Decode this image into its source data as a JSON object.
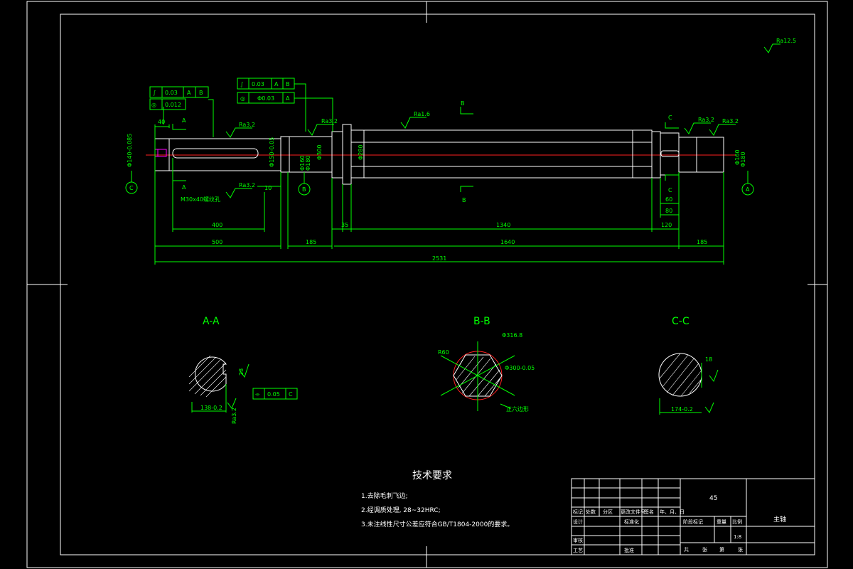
{
  "sections": {
    "aa": "A-A",
    "bb": "B-B",
    "cc": "C-C",
    "hexagon_note": "正六边形"
  },
  "roughness": {
    "global": "Ra12.5",
    "r1": "Ra3.2",
    "r2": "Ra1.6",
    "r3": "Ra3.2"
  },
  "gdt": {
    "left": {
      "sym1": "∫",
      "tol1": "0.03",
      "d1": "A",
      "d2": "B",
      "sym2": "◎",
      "tol2": "0.012"
    },
    "mid": {
      "sym1": "∫",
      "tol1": "0.03",
      "d1": "A",
      "d2": "B",
      "sym2": "◎",
      "tol2": "Φ0.03",
      "d3": "A"
    },
    "aa_flatness": {
      "sym": "⌯",
      "tol": "0.05",
      "datum": "C"
    }
  },
  "datums": {
    "c": "C",
    "b": "B",
    "a": "A",
    "aa1": "A",
    "aa2": "A",
    "bb1": "B",
    "bb2": "B",
    "cc1": "C",
    "cc2": "C"
  },
  "dimensions": {
    "d40": "40",
    "thread_hole": "M30x40螺纹孔",
    "d10": "10",
    "d400": "400",
    "d500": "500",
    "d185a": "185",
    "d35": "35",
    "d1340": "1340",
    "d120": "120",
    "d1640": "1640",
    "d185b": "185",
    "d2531": "2531",
    "d60": "60",
    "d80": "80",
    "dia_left": "Φ140-0.085",
    "dia_key": "Φ150-0.05",
    "dia_b1": "Φ160",
    "dia_b2": "Φ180",
    "dia_mid": "Φ300",
    "dia_body": "Φ280",
    "dia_r1": "Φ160",
    "dia_r2": "Φ180",
    "aa_w": "28",
    "aa_d": "138-0.2",
    "bb_a": "R60",
    "bb_b": "Φ316.8",
    "bb_c": "Φ300-0.05",
    "cc_w": "18",
    "cc_d": "174-0.2"
  },
  "tech": {
    "title": "技术要求",
    "line1": "1.去除毛刺飞边;",
    "line2": "2.经调质处理, 28~32HRC;",
    "line3": "3.未注线性尺寸公差应符合GB/T1804-2000的要求。"
  },
  "titleblock": {
    "material": "45",
    "part_name": "主轴",
    "h1": "标记",
    "h2": "处数",
    "h3": "分区",
    "h4": "更改文件号",
    "h5": "签名",
    "h6": "年、月、日",
    "design": "设计",
    "standard": "标准化",
    "stage": "阶段标记",
    "weight": "重量",
    "scale": "比例",
    "scale_val": "1:8",
    "review": "审核",
    "process": "工艺",
    "approve": "批准",
    "sheets": "共",
    "sheet_of": "张",
    "sheet_no": "第",
    "sheet_no2": "张"
  }
}
